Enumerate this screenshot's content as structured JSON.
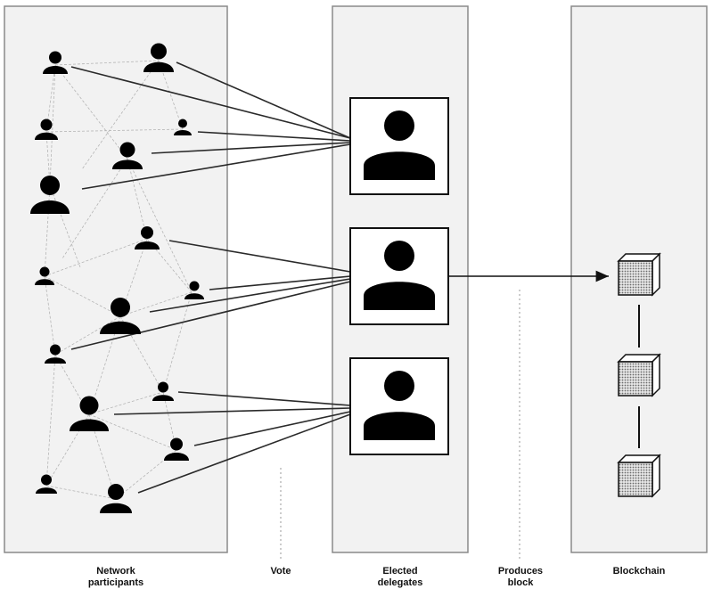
{
  "labels": {
    "network": "Network\nparticipants",
    "vote": "Vote",
    "elected": "Elected\ndelegates",
    "produces": "Produces\nblock",
    "blockchain": "Blockchain"
  },
  "colors": {
    "panel_fill": "#f2f2f2",
    "panel_stroke": "#8a8a8a",
    "person": "#000000",
    "dashed_line": "#b5b5b5",
    "vote_line": "#2a2a2a",
    "block_fill": "#c9c9c9"
  },
  "icons": {
    "participant": "person-icon",
    "delegate": "person-icon",
    "block": "cube-block-icon"
  },
  "counts": {
    "participants": 16,
    "delegates": 3,
    "blocks": 3
  }
}
